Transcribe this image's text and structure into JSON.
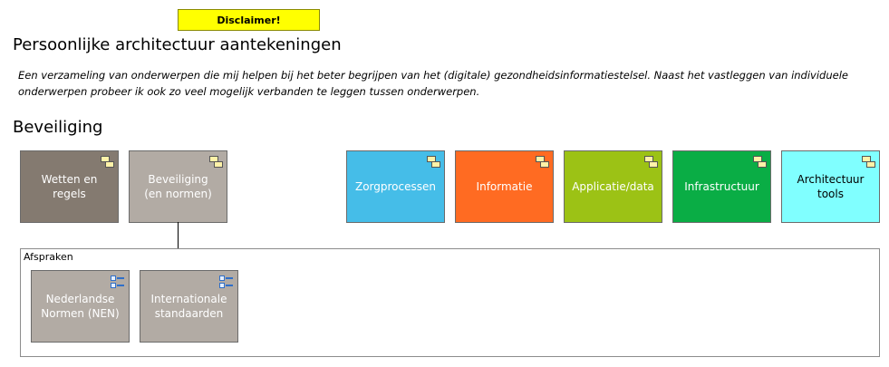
{
  "disclaimer": {
    "label": "Disclaimer!"
  },
  "page": {
    "title": "Persoonlijke architectuur aantekeningen",
    "intro": "Een verzameling van onderwerpen die mij helpen bij het beter begrijpen van het (digitale) gezondheidsinformatiestelsel. Naast het vastleggen van individuele onderwerpen probeer ik ook zo veel mogelijk verbanden te leggen tussen onderwerpen."
  },
  "section": {
    "title": "Beveiliging"
  },
  "tiles": [
    {
      "label": "Wetten en regels",
      "color": "#847a70",
      "text_color": "#ffffff",
      "icon": "workspace-icon"
    },
    {
      "label": "Beveiliging\n(en normen)",
      "color": "#b2aba4",
      "text_color": "#ffffff",
      "icon": "workspace-icon"
    },
    {
      "label": "Zorgprocessen",
      "color": "#45bde8",
      "text_color": "#ffffff",
      "icon": "workspace-icon"
    },
    {
      "label": "Informatie",
      "color": "#ff6b22",
      "text_color": "#ffffff",
      "icon": "workspace-icon"
    },
    {
      "label": "Applicatie/data",
      "color": "#9cc215",
      "text_color": "#ffffff",
      "icon": "workspace-icon"
    },
    {
      "label": "Infrastructuur",
      "color": "#0aad45",
      "text_color": "#ffffff",
      "icon": "workspace-icon"
    },
    {
      "label": "Architectuur\ntools",
      "color": "#80ffff",
      "text_color": "#000000",
      "icon": "workspace-icon"
    }
  ],
  "group": {
    "label": "Afspraken",
    "items": [
      {
        "label": "Nederlandse\nNormen (NEN)",
        "color": "#b2aba4",
        "text_color": "#ffffff",
        "icon": "requirements-icon"
      },
      {
        "label": "Internationale\nstandaarden",
        "color": "#b2aba4",
        "text_color": "#ffffff",
        "icon": "requirements-icon"
      }
    ]
  }
}
